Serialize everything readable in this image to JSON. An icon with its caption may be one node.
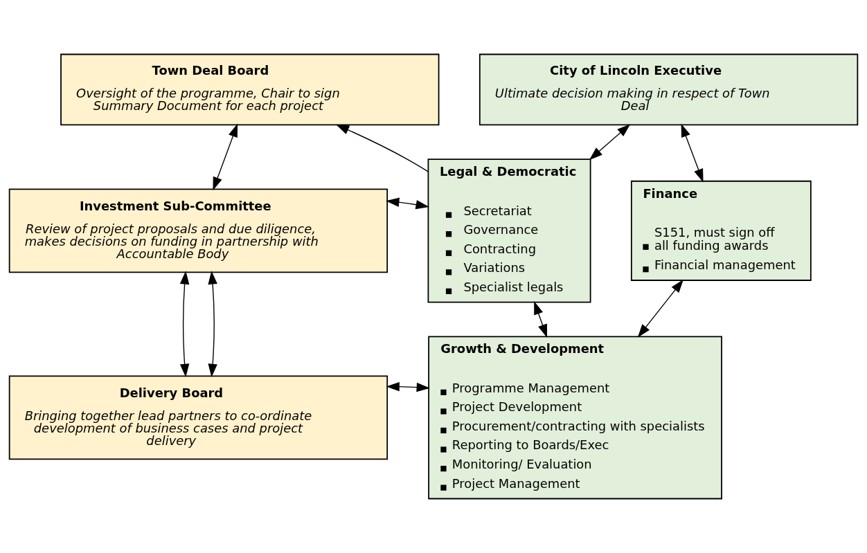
{
  "diagram": {
    "nodes": [
      {
        "text": [
          "Town Deal Board",
          "Oversight of the programme, Chair to sign Summary Document for each project"
        ]
      },
      {
        "text": [
          "Investment Sub-Committee",
          "Review of project proposals and due diligence, makes decisions on funding in partnership with Accountable Body"
        ]
      },
      {
        "text": [
          "Delivery Board",
          "Bringing together lead partners to co-ordinate development of business cases and project delivery"
        ]
      },
      {
        "text": [
          "City of Lincoln Executive",
          "Ultimate decision making in respect of Town Deal"
        ]
      },
      {
        "text": [
          "Legal & Democratic",
          "Secretariat",
          "Governance",
          "Contracting",
          "Variations",
          "Specialist legals"
        ]
      },
      {
        "text": [
          "Finance",
          "S151, must sign off all funding awards",
          "Financial management"
        ]
      },
      {
        "text": [
          "Growth & Development",
          "Programme Management",
          "Project Development",
          "Procurement/contracting with specialists",
          "Reporting to Boards/Exec",
          "Monitoring/ Evaluation",
          "Project Management"
        ]
      }
    ],
    "edges": [
      {
        "from": 0,
        "to": 1,
        "arrow": "both"
      },
      {
        "from": 1,
        "to": 2,
        "arrow": "both"
      },
      {
        "from": 1,
        "to": 2,
        "arrow": "both"
      },
      {
        "from": 3,
        "to": 4,
        "arrow": "both"
      },
      {
        "from": 3,
        "to": 5,
        "arrow": "both"
      },
      {
        "from": 4,
        "to": 6,
        "arrow": "both"
      },
      {
        "from": 5,
        "to": 6,
        "arrow": "both"
      },
      {
        "from": 4,
        "to": 0,
        "arrow": "to"
      },
      {
        "from": 4,
        "to": 1,
        "arrow": "both"
      },
      {
        "from": 6,
        "to": 2,
        "arrow": "both"
      }
    ]
  }
}
